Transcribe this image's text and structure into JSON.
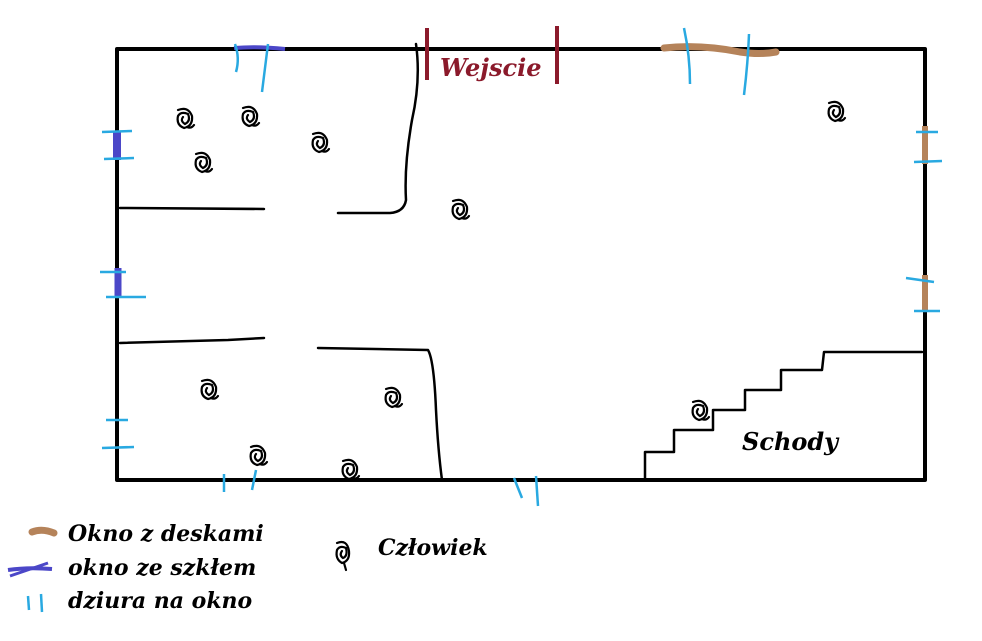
{
  "diagram": {
    "entrance_label": "Wejscie",
    "stairs_label": "Schody",
    "colors": {
      "wall": "#000000",
      "entrance": "#8b1a2b",
      "boarded_window": "#b5835a",
      "glass_window": "#4b47c8",
      "hole_marker": "#29a9e1"
    }
  },
  "legend": {
    "boarded": {
      "label": "Okno z deskami",
      "icon": "boarded-window-icon"
    },
    "glass": {
      "label": "okno ze szkłem",
      "icon": "glass-window-icon"
    },
    "hole": {
      "label": "dziura na okno",
      "icon": "window-hole-icon"
    },
    "person": {
      "label": "Człowiek",
      "icon": "person-icon"
    }
  }
}
